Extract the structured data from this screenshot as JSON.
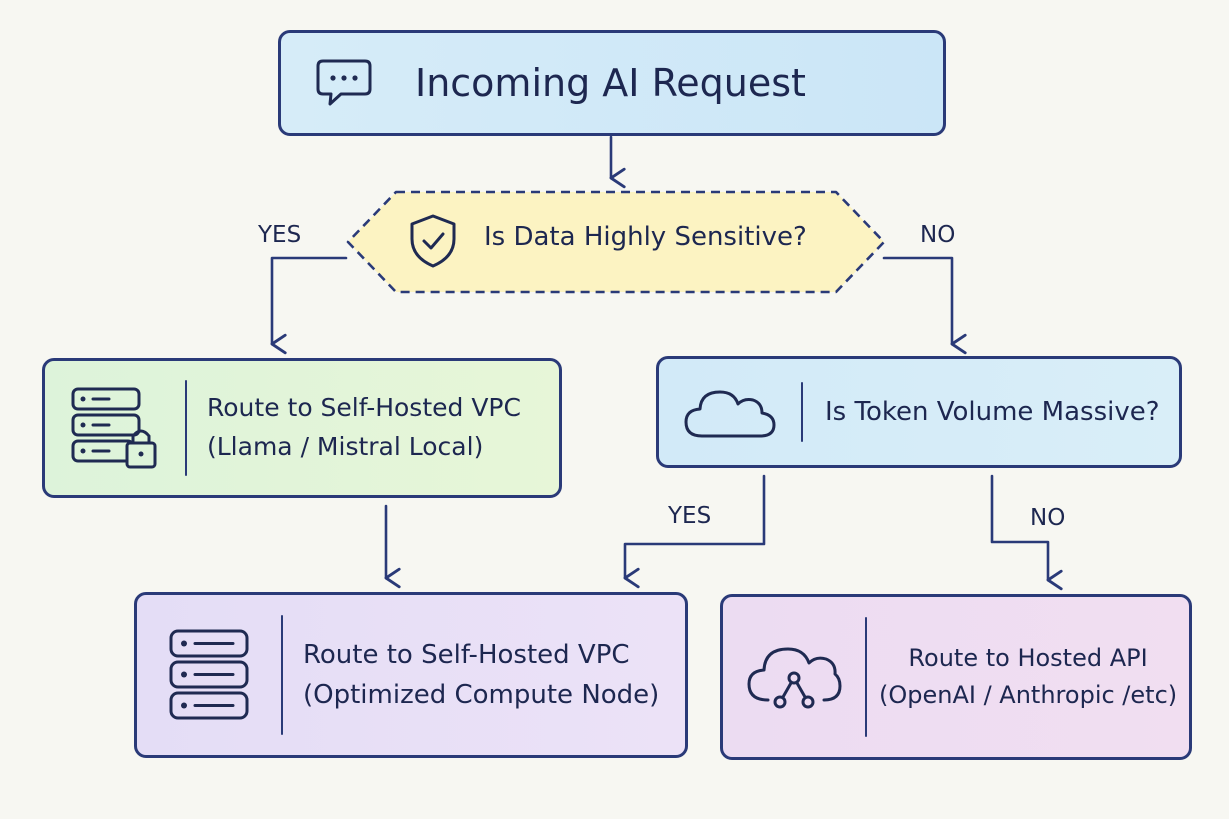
{
  "nodes": {
    "request": {
      "label": "Incoming AI Request",
      "icon": "chat-bubble-icon"
    },
    "sensitive": {
      "label": "Is Data Highly Sensitive?",
      "icon": "shield-check-icon"
    },
    "vpc_local": {
      "line1": "Route to Self-Hosted VPC",
      "line2": "(Llama / Mistral Local)",
      "icon": "server-lock-icon"
    },
    "token": {
      "label": "Is Token Volume Massive?",
      "icon": "cloud-icon"
    },
    "vpc_opt": {
      "line1": "Route to Self-Hosted VPC",
      "line2": "(Optimized Compute Node)",
      "icon": "server-icon"
    },
    "hosted": {
      "line1": "Route to Hosted API",
      "line2": "(OpenAI / Anthropic /etc)",
      "icon": "cloud-network-icon"
    }
  },
  "edges": {
    "sensitive_yes": "YES",
    "sensitive_no": "NO",
    "token_yes": "YES",
    "token_no": "NO"
  },
  "colors": {
    "stroke": "#2a3a78",
    "request_fill": "#cfe8f7",
    "decision_fill": "#fcf3c2",
    "local_fill": "#ddf3da",
    "token_fill": "#d4ebf8",
    "opt_fill": "#e6def6",
    "hosted_fill": "#eedcf2"
  }
}
